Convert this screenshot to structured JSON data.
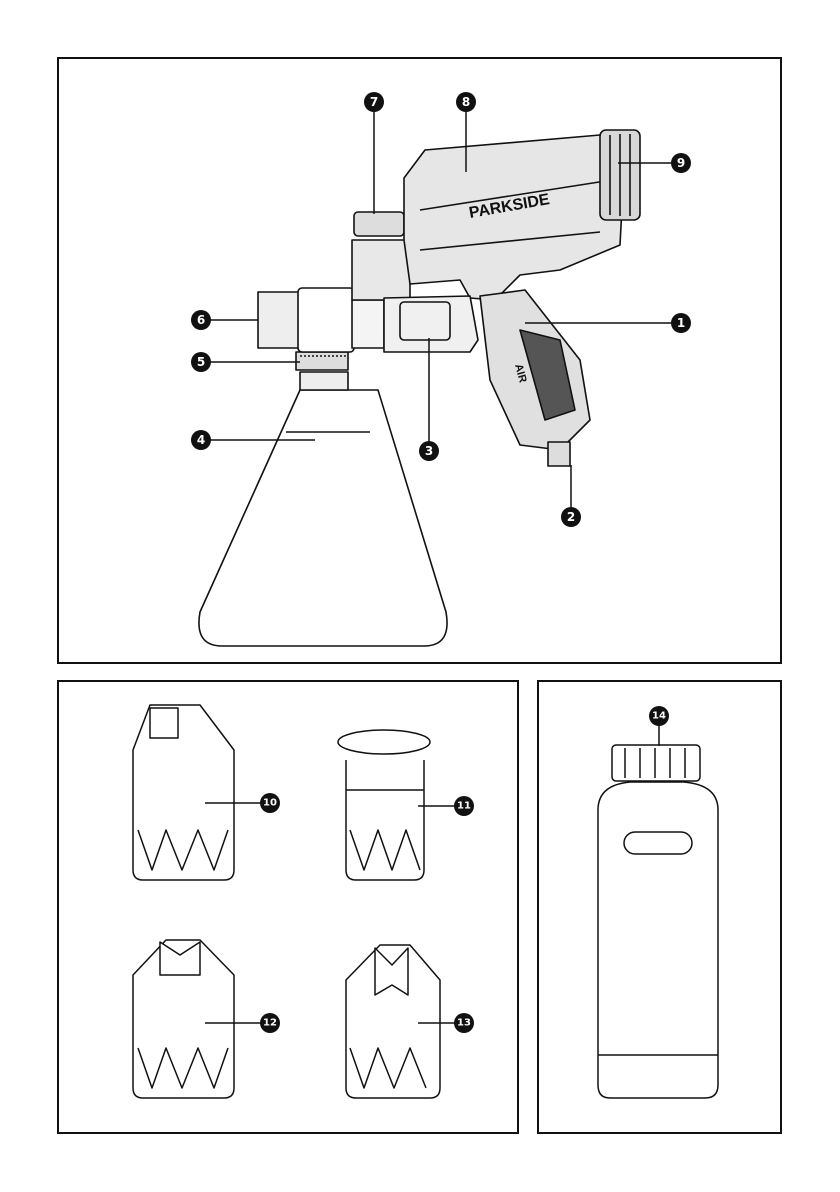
{
  "callouts": [
    "1",
    "2",
    "3",
    "4",
    "5",
    "6",
    "7",
    "8",
    "9",
    "10",
    "11",
    "12",
    "13",
    "14"
  ],
  "gun": {
    "brand": "PARKSIDE",
    "grip_text": "AIR"
  },
  "colors": {
    "line": "#111111",
    "callout_bg": "#111111",
    "callout_text": "#ffffff",
    "body_fill": "#e6e6e6"
  }
}
